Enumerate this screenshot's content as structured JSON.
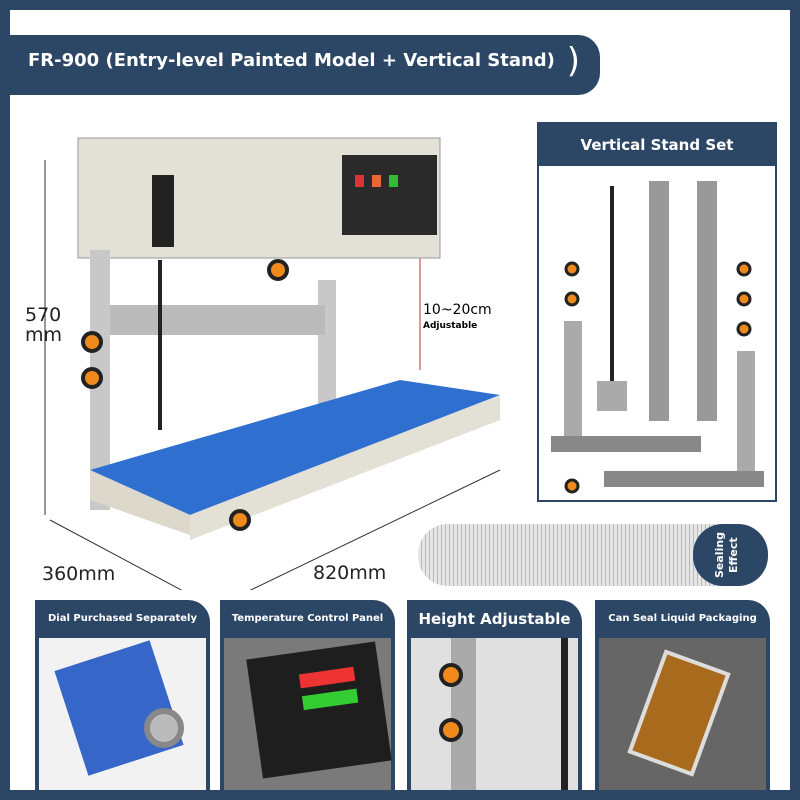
{
  "header": {
    "title": "FR-900 (Entry-level Painted Model + Vertical Stand)",
    "paren": ")"
  },
  "dimensions": {
    "height": "570\nmm",
    "depth": "360mm",
    "length": "820mm",
    "adjust_range": "10~20cm",
    "adjust_label": "Adjustable"
  },
  "stand": {
    "title": "Vertical Stand Set"
  },
  "sealing": {
    "label": "Sealing Effect"
  },
  "cards": [
    {
      "title": "Dial Purchased Separately"
    },
    {
      "title": "Temperature Control Panel"
    },
    {
      "title": "Height Adjustable"
    },
    {
      "title": "Can Seal Liquid Packaging"
    }
  ],
  "colors": {
    "navy": "#2c4766",
    "belt": "#2f6fd0",
    "knob": "#f08a1c"
  }
}
